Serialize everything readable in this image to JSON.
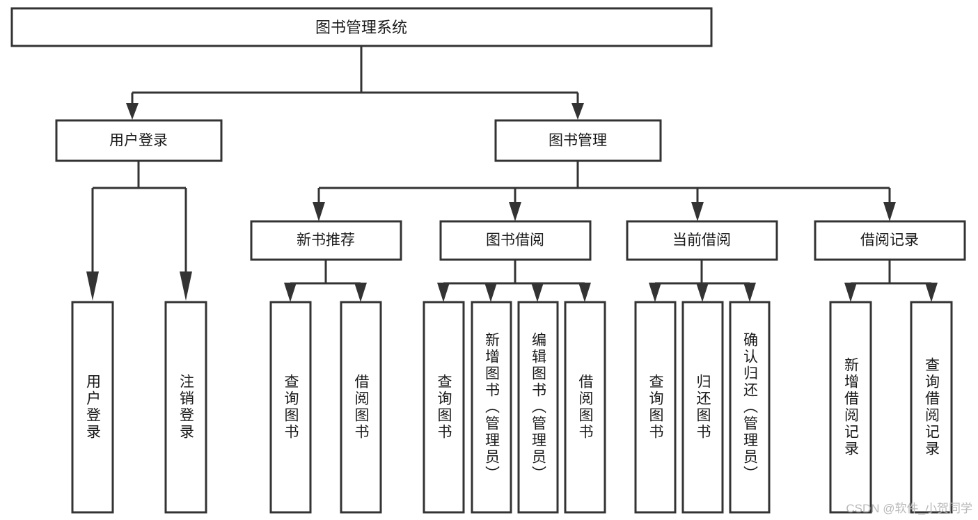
{
  "diagram": {
    "type": "tree-hierarchy-flowchart",
    "title": "图书管理系统",
    "watermark": "CSDN @软件_小贺同学",
    "colors": {
      "stroke": "#333333",
      "fill": "#ffffff",
      "text": "#1a1a1a",
      "watermark": "#b9b9b9"
    },
    "levels": [
      {
        "level": 1,
        "nodes": [
          {
            "id": "root",
            "label": "图书管理系统",
            "orientation": "horizontal"
          }
        ]
      },
      {
        "level": 2,
        "nodes": [
          {
            "id": "login",
            "label": "用户登录",
            "orientation": "horizontal",
            "parent": "root"
          },
          {
            "id": "bookmgmt",
            "label": "图书管理",
            "orientation": "horizontal",
            "parent": "root"
          }
        ]
      },
      {
        "level": 3,
        "nodes": [
          {
            "id": "newbook",
            "label": "新书推荐",
            "orientation": "horizontal",
            "parent": "bookmgmt"
          },
          {
            "id": "borrow",
            "label": "图书借阅",
            "orientation": "horizontal",
            "parent": "bookmgmt"
          },
          {
            "id": "current",
            "label": "当前借阅",
            "orientation": "horizontal",
            "parent": "bookmgmt"
          },
          {
            "id": "records",
            "label": "借阅记录",
            "orientation": "horizontal",
            "parent": "bookmgmt"
          }
        ]
      },
      {
        "level": 4,
        "nodes": [
          {
            "id": "leaf1",
            "label": "用户登录",
            "orientation": "vertical",
            "parent": "login"
          },
          {
            "id": "leaf2",
            "label": "注销登录",
            "orientation": "vertical",
            "parent": "login"
          },
          {
            "id": "leaf3",
            "label": "查询图书",
            "orientation": "vertical",
            "parent": "newbook"
          },
          {
            "id": "leaf4",
            "label": "借阅图书",
            "orientation": "vertical",
            "parent": "newbook"
          },
          {
            "id": "leaf5",
            "label": "查询图书",
            "orientation": "vertical",
            "parent": "borrow"
          },
          {
            "id": "leaf6",
            "label": "新增图书（管理员）",
            "orientation": "vertical",
            "parent": "borrow"
          },
          {
            "id": "leaf7",
            "label": "编辑图书（管理员）",
            "orientation": "vertical",
            "parent": "borrow"
          },
          {
            "id": "leaf8",
            "label": "借阅图书",
            "orientation": "vertical",
            "parent": "borrow"
          },
          {
            "id": "leaf9",
            "label": "查询图书",
            "orientation": "vertical",
            "parent": "current"
          },
          {
            "id": "leaf10",
            "label": "归还图书",
            "orientation": "vertical",
            "parent": "current"
          },
          {
            "id": "leaf11",
            "label": "确认归还（管理员）",
            "orientation": "vertical",
            "parent": "current"
          },
          {
            "id": "leaf12",
            "label": "新增借阅记录",
            "orientation": "vertical",
            "parent": "records"
          },
          {
            "id": "leaf13",
            "label": "查询借阅记录",
            "orientation": "vertical",
            "parent": "records"
          }
        ]
      }
    ]
  }
}
